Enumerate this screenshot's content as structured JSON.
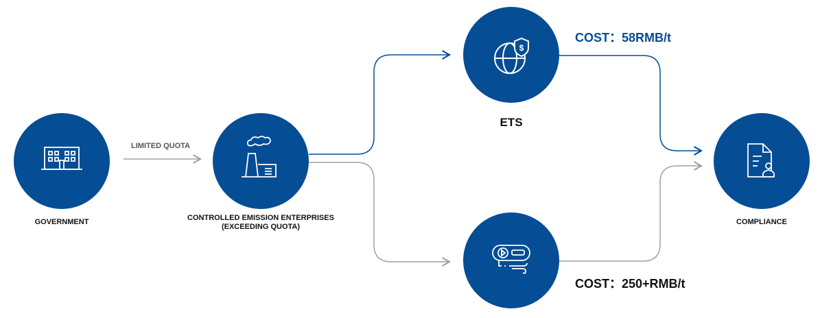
{
  "colors": {
    "primary": "#054d94",
    "gray": "#9aa1aa"
  },
  "nodes": {
    "government": "GOVERNMENT",
    "enterprises_line1": "CONTROLLED EMISSION ENTERPRISES",
    "enterprises_line2": "(EXCEEDING QUOTA)",
    "ets": "ETS",
    "compliance": "COMPLIANCE"
  },
  "edges": {
    "limited_quota": "LIMITED QUOTA"
  },
  "costs": {
    "ets": "COST：58RMB/t",
    "alternative": "COST：250+RMB/t"
  },
  "icons": [
    "building-icon",
    "factory-icon",
    "globe-shield-dollar-icon",
    "emission-device-icon",
    "document-certificate-icon"
  ]
}
